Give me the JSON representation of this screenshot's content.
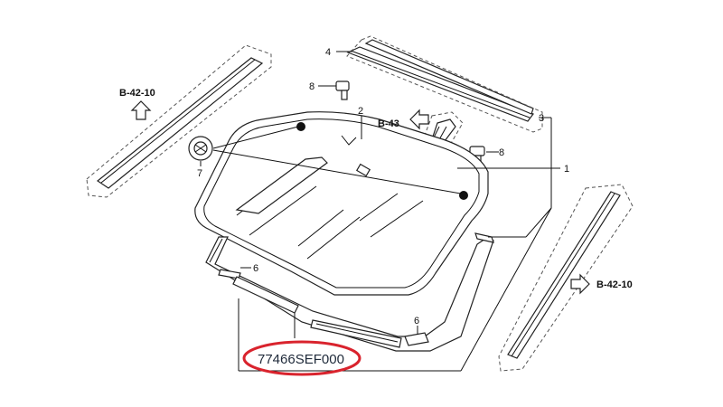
{
  "callouts": {
    "c1": "1",
    "c2": "2",
    "c3": "3",
    "c4": "4",
    "c6a": "6",
    "c6b": "6",
    "c7": "7",
    "c8a": "8",
    "c8b": "8"
  },
  "references": {
    "left": "B-42-10",
    "right": "B-42-10",
    "top": "B-43"
  },
  "highlight": {
    "part_number": "77466SEF000",
    "color": "#d9232d"
  }
}
